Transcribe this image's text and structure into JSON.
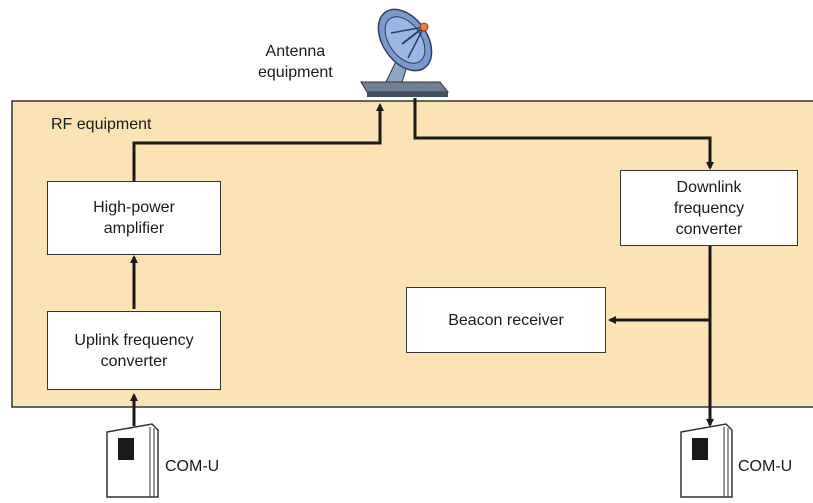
{
  "antenna": {
    "label": "Antenna\nequipment"
  },
  "rf_region": {
    "label": "RF equipment"
  },
  "blocks": {
    "high_power_amplifier": "High-power\namplifier",
    "uplink_converter": "Uplink frequency\nconverter",
    "downlink_converter": "Downlink\nfrequency\nconverter",
    "beacon_receiver": "Beacon receiver"
  },
  "terminals": {
    "left": "COM-U",
    "right": "COM-U"
  },
  "colors": {
    "rf_fill": "#fbe3b6",
    "line": "#1a1a1a",
    "dish": "#6c8fc7",
    "feed_tip": "#e8803a"
  }
}
